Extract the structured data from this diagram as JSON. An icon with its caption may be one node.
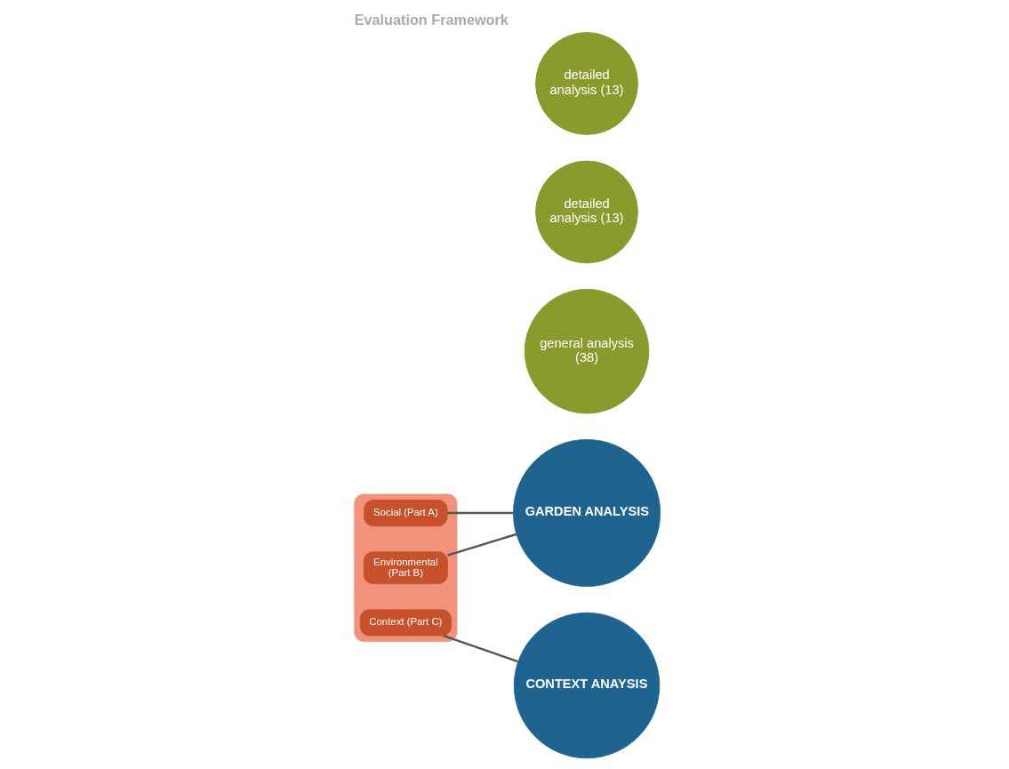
{
  "diagram": {
    "title": "Evaluation Framework",
    "nodes": [
      {
        "text": [],
        "shape": "box"
      },
      {
        "text": [
          "Social (Part A)"
        ],
        "in": 0
      },
      {
        "text": [
          "Environmental (Part B)"
        ],
        "in": 0
      },
      {
        "text": [
          "Context (Part C)"
        ],
        "in": 0
      },
      {
        "text": [
          "GARDEN ANALYSIS"
        ]
      },
      {
        "text": [
          "general analysis (38)"
        ]
      },
      {
        "text": [
          "detailed analysis (13)"
        ]
      },
      {
        "text": [
          "CONTEXT ANAYSIS"
        ]
      },
      {
        "text": [
          "detailed analysis (13)"
        ]
      }
    ],
    "edges": [
      {
        "from": 1,
        "to": 4,
        "arrow": "none"
      },
      {
        "from": 2,
        "to": 4,
        "arrow": "none"
      },
      {
        "from": 3,
        "to": 7,
        "arrow": "none"
      }
    ]
  }
}
